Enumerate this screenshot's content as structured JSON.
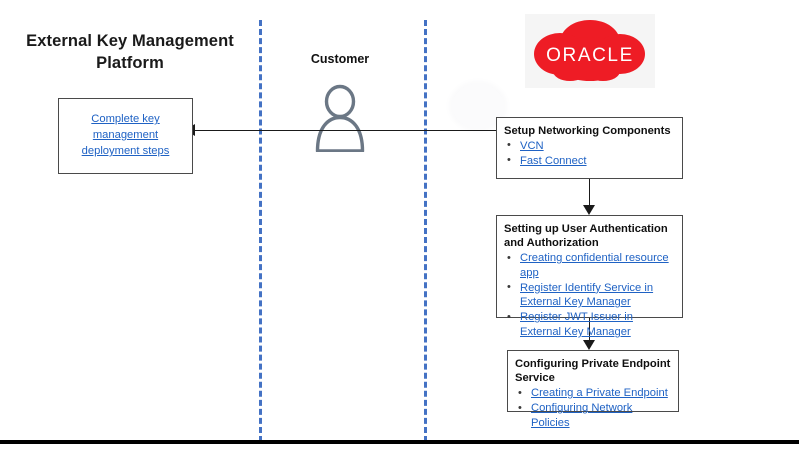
{
  "diagram": {
    "platform_title": "External Key Management Platform",
    "customer_label": "Customer",
    "brand_logo_text": "ORACLE",
    "colors": {
      "lane_divider": "#4472C4",
      "link_text": "#1F62C4",
      "box_border": "#4A4A4A",
      "oracle_red": "#EE1C25",
      "connector": "#1A1A1A",
      "bottom_rule": "#000000"
    },
    "lanes": [
      {
        "name": "external-key-management-platform"
      },
      {
        "name": "customer"
      },
      {
        "name": "oracle"
      }
    ],
    "platform_box": {
      "link_label": "Complete key management deployment steps"
    },
    "oracle_boxes": [
      {
        "heading": "Setup Networking Components",
        "items": [
          "VCN",
          "Fast Connect"
        ]
      },
      {
        "heading": "Setting up User Authentication and Authorization",
        "items": [
          "Creating confidential resource app",
          "Register Identify Service in External Key Manager",
          "Register JWT Issuer in External Key Manager"
        ]
      },
      {
        "heading": "Configuring Private Endpoint Service",
        "items": [
          "Creating a Private Endpoint",
          "Configuring Network Policies"
        ]
      }
    ],
    "icons": {
      "customer": "person-icon",
      "brand": "oracle-cloud-icon",
      "arrow_left": "arrow-left-icon",
      "arrow_down": "arrow-down-icon"
    }
  }
}
